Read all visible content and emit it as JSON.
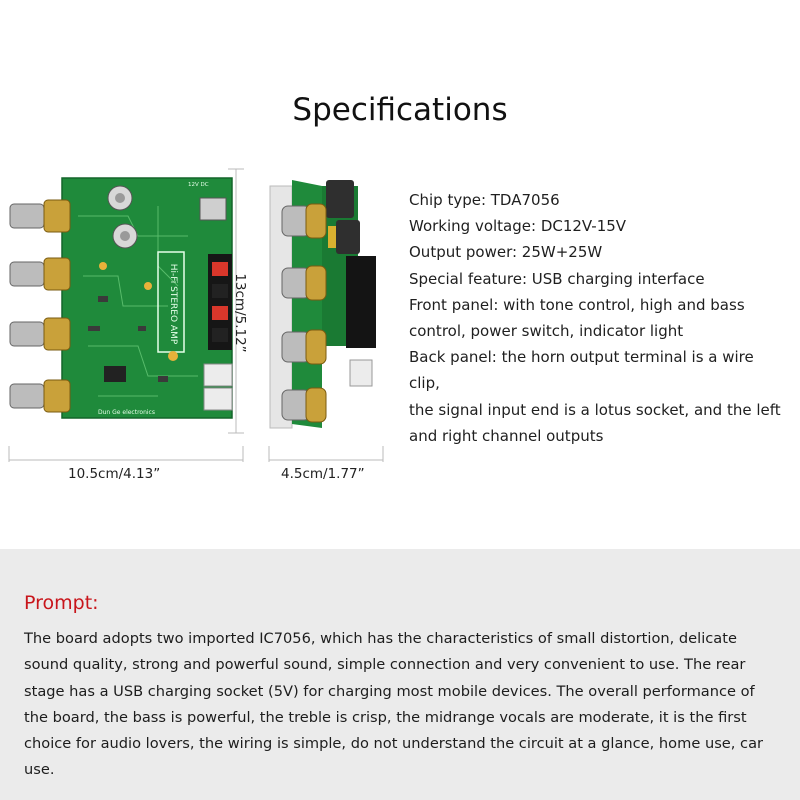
{
  "header": {
    "title": "Specifications"
  },
  "dimensions": {
    "width_a": "10.5cm/4.13”",
    "height_a": "13cm/5.12”",
    "width_b": "4.5cm/1.77”"
  },
  "board_labels": {
    "main_label": "Hi-Fi STEREO AMP",
    "power_label": "12V DC",
    "maker": "Dun Ge electronics"
  },
  "specs": [
    "Chip type: TDA7056",
    "Working voltage: DC12V-15V",
    "Output power: 25W+25W",
    "Special feature: USB charging interface",
    "Front panel: with tone control, high and bass",
    "control, power switch, indicator light",
    "Back panel: the horn output terminal is a wire clip,",
    "the signal input end is a lotus socket, and the left",
    "and right channel outputs"
  ],
  "prompt": {
    "label": "Prompt:",
    "text": "The board adopts two imported IC7056, which has the characteristics of small distortion, delicate sound quality, strong and powerful sound, simple connection and very convenient to use. The rear stage has a USB charging socket (5V) for charging most mobile devices. The overall performance of the board, the bass is powerful, the treble is crisp, the midrange vocals are moderate, it is the first choice for audio lovers, the wiring is simple, do not understand the circuit at a glance, home use, car use."
  },
  "colors": {
    "pcb_green": "#1f8a3b",
    "knob_gold": "#c9a13a",
    "prompt_red": "#c8151b",
    "section_gray": "#ebebeb"
  }
}
